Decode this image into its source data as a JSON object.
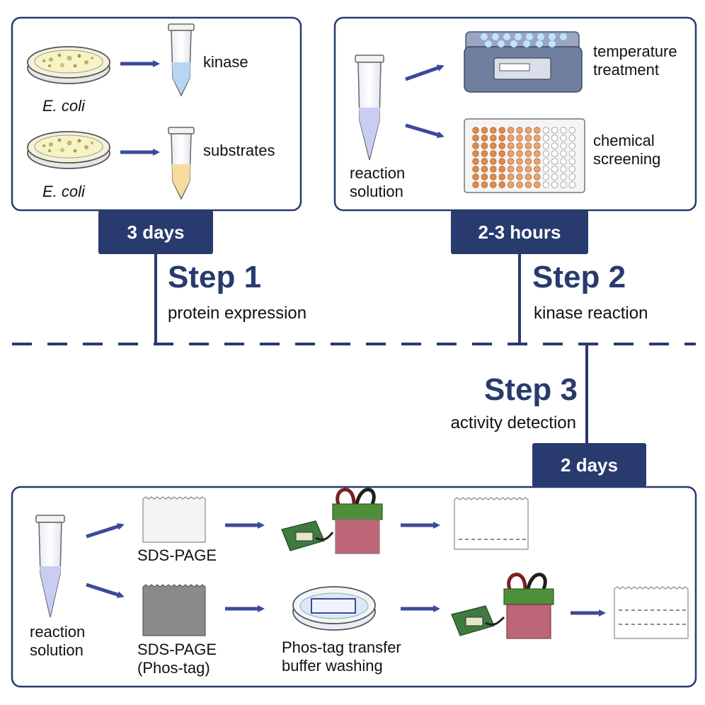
{
  "step1": {
    "title": "Step 1",
    "subtitle": "protein expression",
    "duration": "3 days",
    "row1": {
      "organism": "E. coli",
      "product": "kinase"
    },
    "row2": {
      "organism": "E. coli",
      "product": "substrates"
    }
  },
  "step2": {
    "title": "Step 2",
    "subtitle": "kinase reaction",
    "duration": "2-3 hours",
    "input": {
      "line1": "reaction",
      "line2": "solution"
    },
    "option1": {
      "line1": "temperature",
      "line2": "treatment"
    },
    "option2": {
      "line1": "chemical",
      "line2": "screening"
    }
  },
  "step3": {
    "title": "Step 3",
    "subtitle": "activity detection",
    "duration": "2 days",
    "input": {
      "line1": "reaction",
      "line2": "solution"
    },
    "gel1": "SDS-PAGE",
    "gel2": {
      "line1": "SDS-PAGE",
      "line2": "(Phos-tag)"
    },
    "wash": {
      "line1": "Phos-tag transfer",
      "line2": "buffer washing"
    }
  },
  "colors": {
    "navy": "#283a6e",
    "arrow": "#3b4a9a"
  }
}
